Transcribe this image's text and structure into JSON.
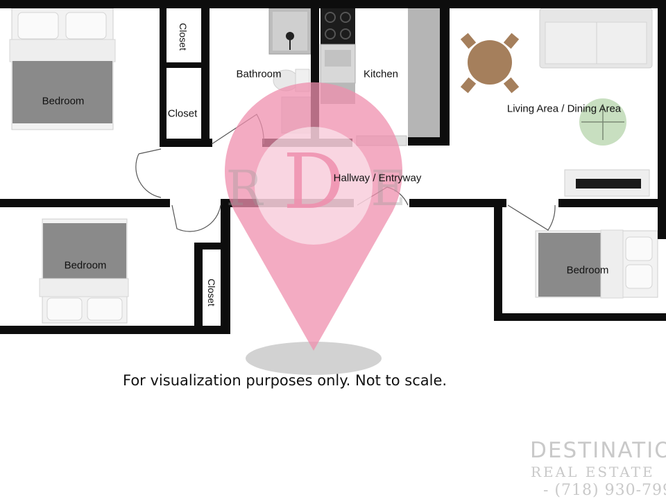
{
  "rooms": {
    "bedroom_top_left": "Bedroom",
    "bedroom_bottom_left": "Bedroom",
    "bedroom_right": "Bedroom",
    "closet_top": "Closet",
    "closet_mid": "Closet",
    "closet_bottom": "Closet",
    "bathroom": "Bathroom",
    "kitchen": "Kitchen",
    "living": "Living Area / Dining Area",
    "hallway": "Hallway / Entryway"
  },
  "disclaimer": "For visualization purposes only. Not to scale.",
  "watermark": {
    "letters": "RDE",
    "color": "#ef8fae"
  },
  "brand": {
    "name": "DESTINATIO",
    "tagline": "REAL ESTATE",
    "phone": "- (718) 930-799"
  },
  "colors": {
    "wall": "#0d0d0d",
    "bed": "#8a8a8a",
    "table": "#a57f5c",
    "rug": "#c8dfc0"
  }
}
